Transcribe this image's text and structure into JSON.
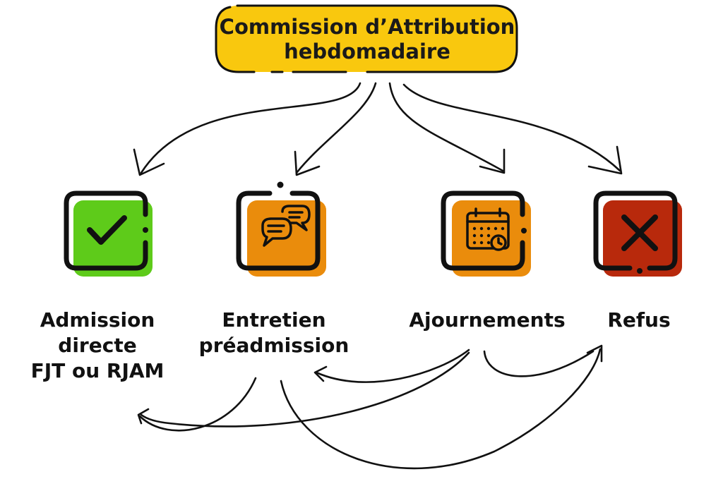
{
  "title": {
    "line1": "Commission d’Attribution",
    "line2": "hebdomadaire"
  },
  "outcomes": [
    {
      "id": "admission",
      "lines": [
        "Admission",
        "directe",
        "FJT ou RJAM"
      ],
      "icon": "checkmark-icon",
      "color": "#5ecb1a"
    },
    {
      "id": "entretien",
      "lines": [
        "Entretien",
        "préadmission"
      ],
      "icon": "chat-bubbles-icon",
      "color": "#ea8c0c"
    },
    {
      "id": "ajournements",
      "lines": [
        "Ajournements"
      ],
      "icon": "calendar-clock-icon",
      "color": "#ea8c0c"
    },
    {
      "id": "refus",
      "lines": [
        "Refus"
      ],
      "icon": "cross-icon",
      "color": "#b8290c"
    }
  ],
  "colors": {
    "title_fill": "#f9c80e",
    "outline": "#111111"
  }
}
